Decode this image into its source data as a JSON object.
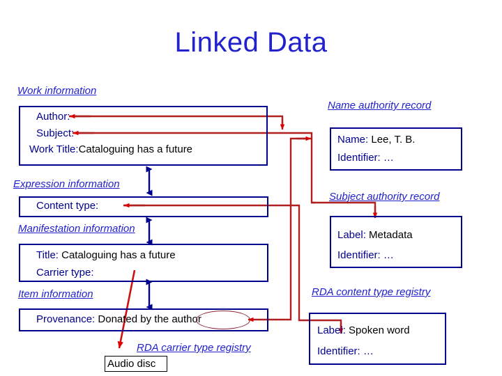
{
  "slide": {
    "title": "Linked Data",
    "title_color": "#2222cc",
    "box_border_color": "#00008f",
    "wire_color": "#b02020",
    "arrow_color": "#dd0000",
    "double_arrow_color": "#00008f",
    "background": "#ffffff"
  },
  "left_column": {
    "work": {
      "caption": "Work information",
      "rows": [
        {
          "label": "Author:",
          "value": ""
        },
        {
          "label": "Subject:",
          "value": ""
        },
        {
          "label": "Work Title:",
          "value": "Cataloguing has a future"
        }
      ]
    },
    "expression": {
      "caption": "Expression information",
      "rows": [
        {
          "label": "Content type:",
          "value": ""
        }
      ]
    },
    "manifestation": {
      "caption": "Manifestation information",
      "rows": [
        {
          "label": "Title:",
          "value": "Cataloguing has a future"
        },
        {
          "label": "Carrier type:",
          "value": ""
        }
      ]
    },
    "item": {
      "caption": "Item information",
      "rows": [
        {
          "label": "Provenance:",
          "value": "Donated by the author"
        }
      ],
      "highlighted_term": "author"
    }
  },
  "right_column": {
    "name_authority": {
      "caption": "Name authority record",
      "rows": [
        {
          "label": "Name:",
          "value": "Lee, T. B."
        },
        {
          "label": "Identifier:",
          "value": "…"
        }
      ]
    },
    "subject_authority": {
      "caption": "Subject authority record",
      "rows": [
        {
          "label": "Label:",
          "value": "Metadata"
        },
        {
          "label": "Identifier:",
          "value": "…"
        }
      ]
    },
    "content_type_registry": {
      "caption": "RDA content type registry",
      "rows": [
        {
          "label": "Label:",
          "value": "Spoken word"
        },
        {
          "label": "Identifier:",
          "value": "…"
        }
      ]
    }
  },
  "bottom": {
    "carrier_registry": {
      "caption": "RDA carrier type registry",
      "value_box": "Audio disc"
    }
  }
}
